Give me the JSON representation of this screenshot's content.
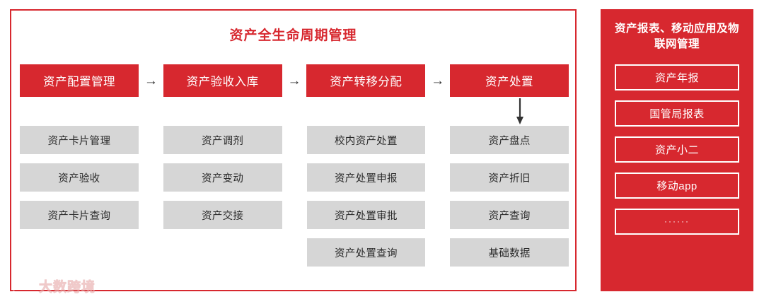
{
  "main": {
    "title": "资产全生命周期管理",
    "stages": [
      {
        "label": "资产配置管理"
      },
      {
        "label": "资产验收入库"
      },
      {
        "label": "资产转移分配"
      },
      {
        "label": "资产处置"
      }
    ],
    "arrow_glyph": "→",
    "columns": [
      {
        "items": [
          "资产卡片管理",
          "资产验收",
          "资产卡片查询"
        ]
      },
      {
        "items": [
          "资产调剂",
          "资产变动",
          "资产交接"
        ]
      },
      {
        "items": [
          "校内资产处置",
          "资产处置申报",
          "资产处置审批",
          "资产处置查询"
        ]
      },
      {
        "items": [
          "资产盘点",
          "资产折旧",
          "资产查询",
          "基础数据"
        ]
      }
    ]
  },
  "side": {
    "title": "资产报表、移动应用及物联网管理",
    "items": [
      {
        "label": "资产年报"
      },
      {
        "label": "国管局报表"
      },
      {
        "label": "资产小二"
      },
      {
        "label": "移动app"
      },
      {
        "label": "······"
      }
    ]
  },
  "watermark": {
    "text": "大数跨境"
  },
  "colors": {
    "brand_red": "#d7282f",
    "gray_box": "#d6d6d6",
    "arrow": "#333333",
    "white": "#ffffff"
  }
}
